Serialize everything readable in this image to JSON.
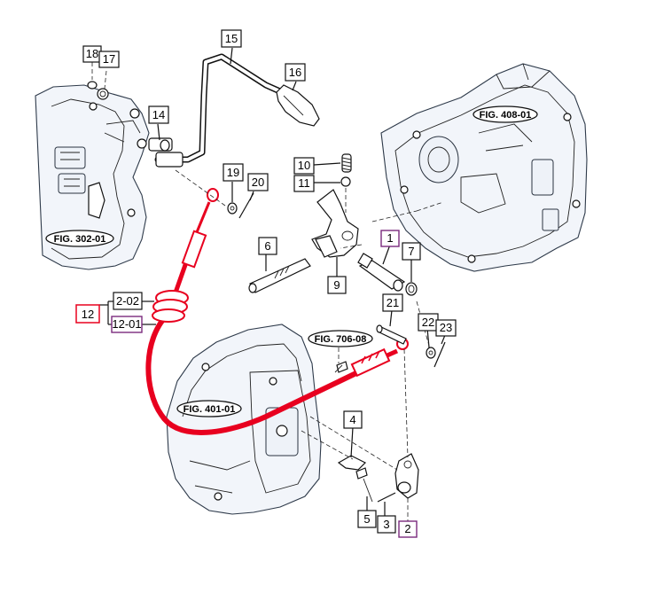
{
  "colors": {
    "highlight_red": "#e8001f",
    "box_red": "#e8001f",
    "box_purple": "#7a2a7d",
    "box_black": "#111111"
  },
  "fig_refs": [
    {
      "id": "fig-302",
      "label": "FIG. 302-01"
    },
    {
      "id": "fig-408",
      "label": "FIG. 408-01"
    },
    {
      "id": "fig-706",
      "label": "FIG. 706-08"
    },
    {
      "id": "fig-401",
      "label": "FIG. 401-01"
    }
  ],
  "parts": [
    {
      "id": "p18",
      "label": "18",
      "style": "black"
    },
    {
      "id": "p17",
      "label": "17",
      "style": "black"
    },
    {
      "id": "p15",
      "label": "15",
      "style": "black"
    },
    {
      "id": "p16",
      "label": "16",
      "style": "black"
    },
    {
      "id": "p14",
      "label": "14",
      "style": "black"
    },
    {
      "id": "p10",
      "label": "10",
      "style": "black"
    },
    {
      "id": "p11",
      "label": "11",
      "style": "black"
    },
    {
      "id": "p19",
      "label": "19",
      "style": "black"
    },
    {
      "id": "p20",
      "label": "20",
      "style": "black"
    },
    {
      "id": "p6",
      "label": "6",
      "style": "black"
    },
    {
      "id": "p9",
      "label": "9",
      "style": "black"
    },
    {
      "id": "p1",
      "label": "1",
      "style": "purple"
    },
    {
      "id": "p7",
      "label": "7",
      "style": "black"
    },
    {
      "id": "p12",
      "label": "12",
      "style": "red"
    },
    {
      "id": "p2-02",
      "label": "2-02",
      "style": "black"
    },
    {
      "id": "p12-01",
      "label": "12-01",
      "style": "purple"
    },
    {
      "id": "p21",
      "label": "21",
      "style": "black"
    },
    {
      "id": "p22",
      "label": "22",
      "style": "black"
    },
    {
      "id": "p23",
      "label": "23",
      "style": "black"
    },
    {
      "id": "p4",
      "label": "4",
      "style": "black"
    },
    {
      "id": "p5",
      "label": "5",
      "style": "black"
    },
    {
      "id": "p3",
      "label": "3",
      "style": "black"
    },
    {
      "id": "p2",
      "label": "2",
      "style": "purple"
    }
  ]
}
